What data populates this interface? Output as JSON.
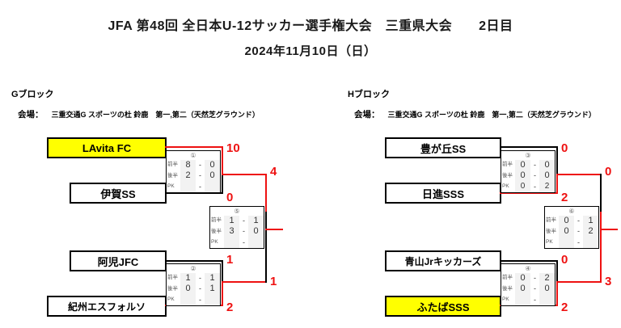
{
  "header": {
    "title": "JFA 第48回 全日本U-12サッカー選手権大会　三重県大会　　2日目",
    "date": "2024年11月10日（日）"
  },
  "venue_key": "会場：",
  "blocks": [
    {
      "id": "G",
      "label": "Gブロック",
      "venue": "三重交通G スポーツの杜 鈴鹿　第一,第二（天然芝グラウンド）",
      "teams": [
        {
          "name": "LAvita FC",
          "winner": true
        },
        {
          "name": "伊賀SS",
          "winner": false
        },
        {
          "name": "阿児JFC",
          "winner": false
        },
        {
          "name": "紀州エスフォルソ",
          "winner": false
        }
      ],
      "matches": [
        {
          "number": "①",
          "rows": [
            {
              "label": "前半",
              "home": "8",
              "away": "0"
            },
            {
              "label": "後半",
              "home": "2",
              "away": "0"
            },
            {
              "label": "PK",
              "home": "",
              "away": ""
            }
          ],
          "total_home": "10",
          "total_away": "0"
        },
        {
          "number": "②",
          "rows": [
            {
              "label": "前半",
              "home": "1",
              "away": "1"
            },
            {
              "label": "後半",
              "home": "0",
              "away": "1"
            },
            {
              "label": "PK",
              "home": "",
              "away": ""
            }
          ],
          "total_home": "1",
          "total_away": "2"
        },
        {
          "number": "⑤",
          "rows": [
            {
              "label": "前半",
              "home": "1",
              "away": "1"
            },
            {
              "label": "後半",
              "home": "3",
              "away": "0"
            },
            {
              "label": "PK",
              "home": "",
              "away": ""
            }
          ],
          "total_home": "4",
          "total_away": "1"
        }
      ]
    },
    {
      "id": "H",
      "label": "Hブロック",
      "venue": "三重交通G スポーツの杜 鈴鹿　第一,第二（天然芝グラウンド）",
      "teams": [
        {
          "name": "豊が丘SS",
          "winner": false
        },
        {
          "name": "日進SSS",
          "winner": false
        },
        {
          "name": "青山Jrキッカーズ",
          "winner": false
        },
        {
          "name": "ふたばSSS",
          "winner": true
        }
      ],
      "matches": [
        {
          "number": "③",
          "rows": [
            {
              "label": "前半",
              "home": "0",
              "away": "0"
            },
            {
              "label": "後半",
              "home": "0",
              "away": "0"
            },
            {
              "label": "PK",
              "home": "0",
              "away": "2"
            }
          ],
          "total_home": "0",
          "total_away": "2"
        },
        {
          "number": "④",
          "rows": [
            {
              "label": "前半",
              "home": "0",
              "away": "2"
            },
            {
              "label": "後半",
              "home": "0",
              "away": "0"
            },
            {
              "label": "PK",
              "home": "",
              "away": ""
            }
          ],
          "total_home": "0",
          "total_away": "2"
        },
        {
          "number": "⑥",
          "rows": [
            {
              "label": "前半",
              "home": "0",
              "away": "1"
            },
            {
              "label": "後半",
              "home": "0",
              "away": "2"
            },
            {
              "label": "PK",
              "home": "",
              "away": ""
            }
          ],
          "total_home": "0",
          "total_away": "3"
        }
      ]
    }
  ],
  "dash": "-",
  "colors": {
    "winner_highlight": "#ffff00",
    "bracket_red": "#ee1111",
    "bracket_black": "#000000"
  }
}
